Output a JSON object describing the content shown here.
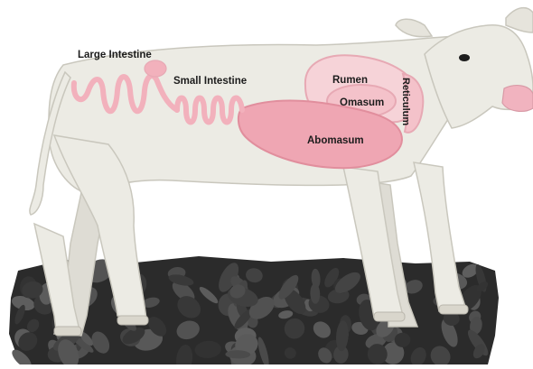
{
  "labels": {
    "large_intestine": "Large Intestine",
    "small_intestine": "Small Intestine",
    "rumen": "Rumen",
    "omasum": "Omasum",
    "reticulum": "Reticulum",
    "abomasum": "Abomasum"
  },
  "colors": {
    "body": "#ecebe4",
    "body_outline": "#c9c7bd",
    "organ_fill": "#efa6b3",
    "organ_light": "#f6d3d8",
    "intestine": "#f2b1bc",
    "nose": "#f1b3bf",
    "ground": "#2e2e2e",
    "rock": "#4a4a4a"
  }
}
